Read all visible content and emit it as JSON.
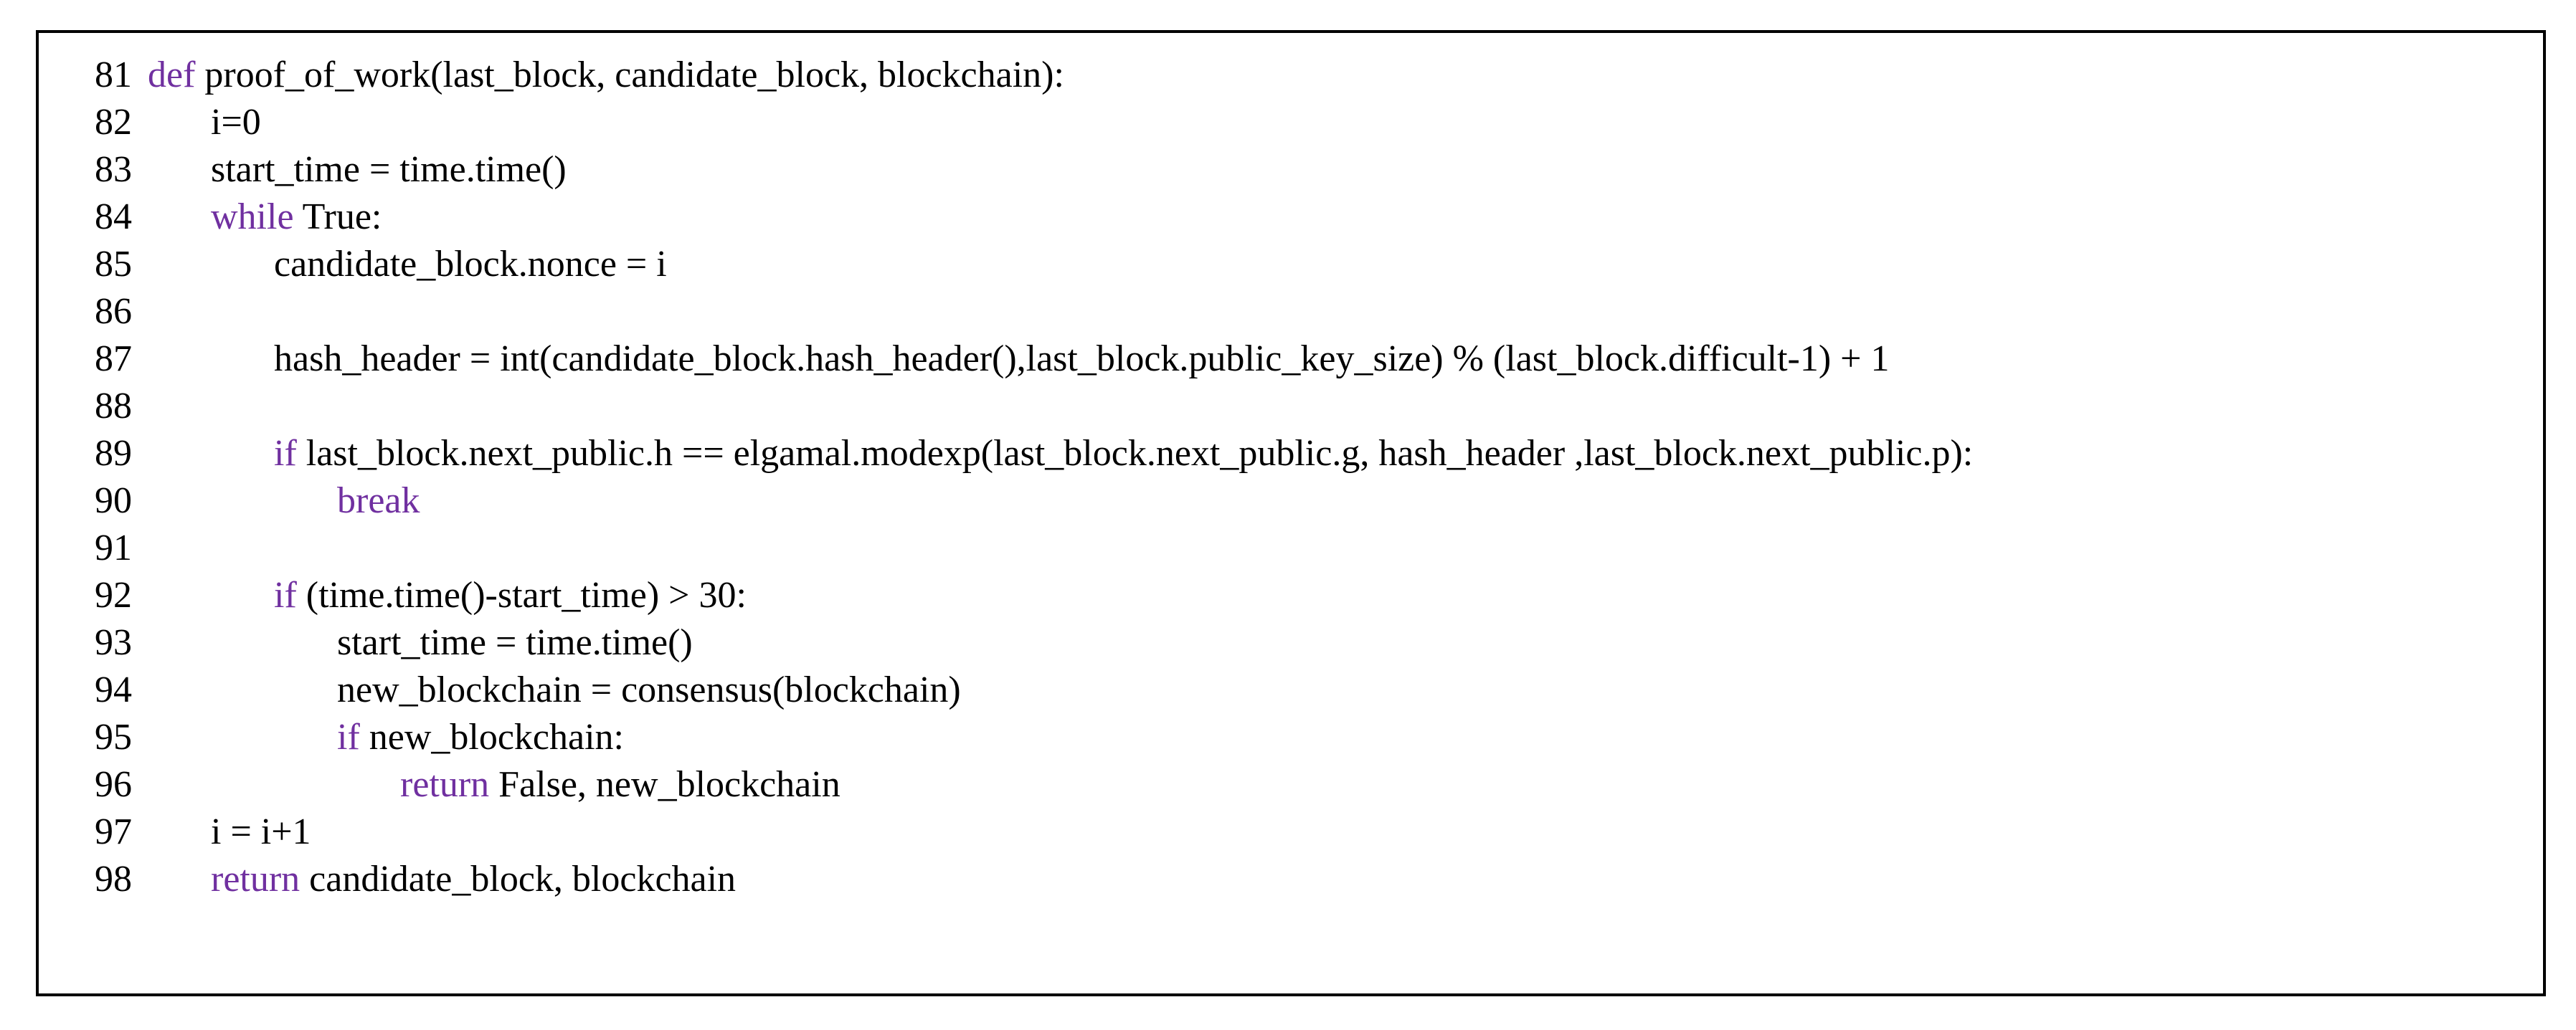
{
  "figure": {
    "kind": "code-listing-figure",
    "language": "python",
    "border_color": "#000000",
    "background_color": "#ffffff",
    "text_color": "#000000",
    "keyword_color": "#7030A0",
    "first_line_number": 81,
    "last_line_number": 98
  },
  "code": {
    "lines": [
      {
        "number": "81",
        "indent": 0,
        "text": "def proof_of_work(last_block, candidate_block, blockchain):",
        "tokens": [
          {
            "t": "def",
            "kw": true
          },
          {
            "t": " proof_of_work(last_block, candidate_block, blockchain):",
            "kw": false
          }
        ]
      },
      {
        "number": "82",
        "indent": 1,
        "text": "i=0",
        "tokens": [
          {
            "t": "i=0",
            "kw": false
          }
        ]
      },
      {
        "number": "83",
        "indent": 1,
        "text": "start_time = time.time()",
        "tokens": [
          {
            "t": "start_time = time.time()",
            "kw": false
          }
        ]
      },
      {
        "number": "84",
        "indent": 1,
        "text": "while True:",
        "tokens": [
          {
            "t": "while",
            "kw": true
          },
          {
            "t": " True:",
            "kw": false
          }
        ]
      },
      {
        "number": "85",
        "indent": 2,
        "text": "candidate_block.nonce = i",
        "tokens": [
          {
            "t": "candidate_block.nonce = i",
            "kw": false
          }
        ]
      },
      {
        "number": "86",
        "indent": 0,
        "text": "",
        "tokens": []
      },
      {
        "number": "87",
        "indent": 2,
        "text": "hash_header = int(candidate_block.hash_header(),last_block.public_key_size) % (last_block.difficult-1) + 1",
        "tokens": [
          {
            "t": "hash_header = int(candidate_block.hash_header(),last_block.public_key_size) % (last_block.difficult-1) + 1",
            "kw": false
          }
        ]
      },
      {
        "number": "88",
        "indent": 0,
        "text": "",
        "tokens": []
      },
      {
        "number": "89",
        "indent": 2,
        "text": "if last_block.next_public.h == elgamal.modexp(last_block.next_public.g, hash_header ,last_block.next_public.p):",
        "tokens": [
          {
            "t": "if",
            "kw": true
          },
          {
            "t": " last_block.next_public.h == elgamal.modexp(last_block.next_public.g, hash_header ,last_block.next_public.p):",
            "kw": false
          }
        ]
      },
      {
        "number": "90",
        "indent": 3,
        "text": "break",
        "tokens": [
          {
            "t": "break",
            "kw": true
          }
        ]
      },
      {
        "number": "91",
        "indent": 0,
        "text": "",
        "tokens": []
      },
      {
        "number": "92",
        "indent": 2,
        "text": "if (time.time()-start_time) > 30:",
        "tokens": [
          {
            "t": "if",
            "kw": true
          },
          {
            "t": " (time.time()-start_time) > 30:",
            "kw": false
          }
        ]
      },
      {
        "number": "93",
        "indent": 3,
        "text": "start_time = time.time()",
        "tokens": [
          {
            "t": "start_time = time.time()",
            "kw": false
          }
        ]
      },
      {
        "number": "94",
        "indent": 3,
        "text": "new_blockchain = consensus(blockchain)",
        "tokens": [
          {
            "t": "new_blockchain = consensus(blockchain)",
            "kw": false
          }
        ]
      },
      {
        "number": "95",
        "indent": 3,
        "text": "if new_blockchain:",
        "tokens": [
          {
            "t": "if",
            "kw": true
          },
          {
            "t": " new_blockchain:",
            "kw": false
          }
        ]
      },
      {
        "number": "96",
        "indent": 4,
        "text": "return False, new_blockchain",
        "tokens": [
          {
            "t": "return",
            "kw": true
          },
          {
            "t": " False, new_blockchain",
            "kw": false
          }
        ]
      },
      {
        "number": "97",
        "indent": 1,
        "text": "i = i+1",
        "tokens": [
          {
            "t": "i = i+1",
            "kw": false
          }
        ]
      },
      {
        "number": "98",
        "indent": 1,
        "text": "return candidate_block, blockchain",
        "tokens": [
          {
            "t": "return",
            "kw": true
          },
          {
            "t": " candidate_block, blockchain",
            "kw": false
          }
        ]
      }
    ]
  }
}
